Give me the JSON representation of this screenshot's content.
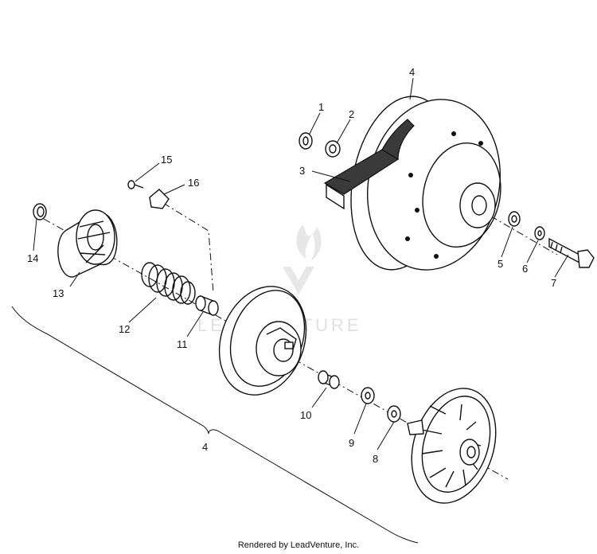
{
  "watermark": {
    "text": "LEADVENTURE"
  },
  "footer": {
    "credit": "Rendered by LeadVenture, Inc."
  },
  "callouts": {
    "c1": "1",
    "c2": "2",
    "c3": "3",
    "c4_top": "4",
    "c5": "5",
    "c6": "6",
    "c7": "7",
    "c8": "8",
    "c9": "9",
    "c10": "10",
    "c11": "11",
    "c12": "12",
    "c13": "13",
    "c14": "14",
    "c15": "15",
    "c16": "16",
    "c4_bracket": "4"
  }
}
